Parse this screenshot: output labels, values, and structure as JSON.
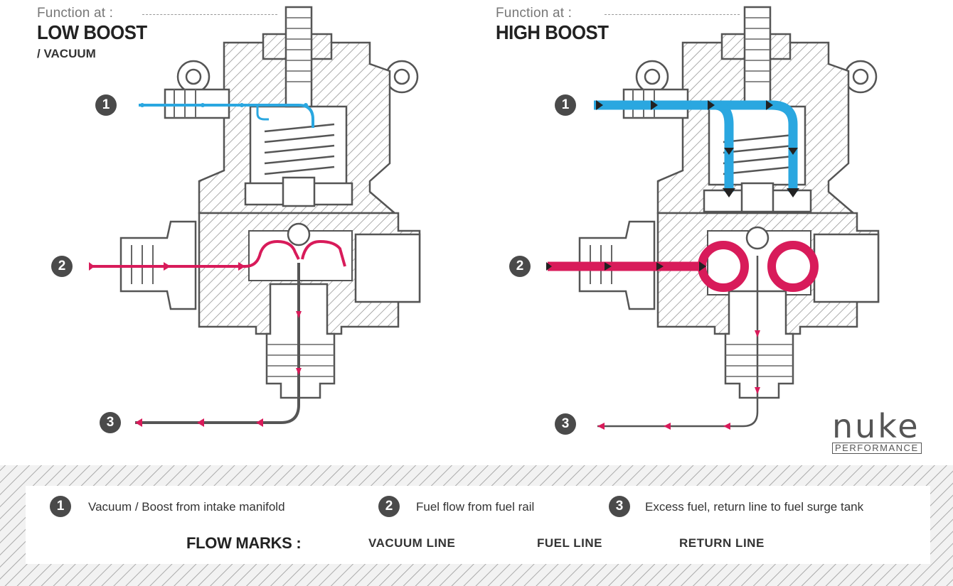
{
  "panels": [
    {
      "function_label": "Function at :",
      "mode": "LOW BOOST",
      "submode": "/ VACUUM"
    },
    {
      "function_label": "Function at :",
      "mode": "HIGH BOOST",
      "submode": ""
    }
  ],
  "badges": [
    "1",
    "2",
    "3"
  ],
  "legend": {
    "items": [
      {
        "num": "1",
        "text": "Vacuum / Boost from intake manifold"
      },
      {
        "num": "2",
        "text": "Fuel flow from fuel rail"
      },
      {
        "num": "3",
        "text": "Excess fuel, return line to fuel surge tank"
      }
    ],
    "flow_marks_title": "FLOW MARKS :",
    "flow_marks": [
      {
        "label": "VACUUM LINE",
        "color": "#2aa7e0"
      },
      {
        "label": "FUEL LINE",
        "color": "#d81b5a"
      },
      {
        "label": "RETURN LINE",
        "color": "#333333"
      }
    ]
  },
  "logo": {
    "main": "nuke",
    "sub": "performance"
  },
  "colors": {
    "vacuum": "#2aa7e0",
    "fuel": "#d81b5a",
    "return": "#444444",
    "body": "#555555"
  }
}
